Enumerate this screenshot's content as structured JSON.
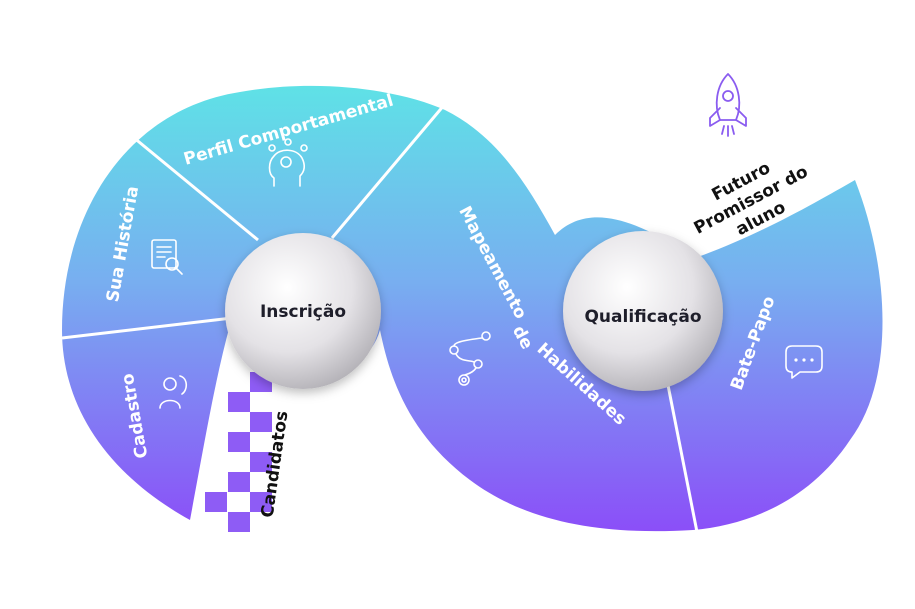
{
  "segments": {
    "perfil": "Perfil Comportamental",
    "historia": "Sua História",
    "cadastro": "Cadastro",
    "mapeamento_1": "Mapeamento",
    "mapeamento_2": "de",
    "mapeamento_3": "Habilidades",
    "bate_papo": "Bate-Papo"
  },
  "orbs": {
    "left": "Inscrição",
    "right": "Qualificação"
  },
  "candidatos": "Candidatos",
  "futuro": {
    "line1": "Futuro",
    "line2": "Promissor do",
    "line3": "aluno"
  },
  "colors": {
    "gradient_top": "#5ee3e6",
    "gradient_mid": "#7aa8f0",
    "gradient_bottom": "#8b4ff8",
    "flag_purple": "#8e5cf5",
    "text_dark": "#111111"
  },
  "icons": {
    "perfil": "brain-emotions-icon",
    "historia": "document-search-icon",
    "cadastro": "user-plus-icon",
    "mapeamento": "path-map-icon",
    "bate_papo": "chat-bubbles-icon",
    "futuro": "rocket-icon"
  }
}
